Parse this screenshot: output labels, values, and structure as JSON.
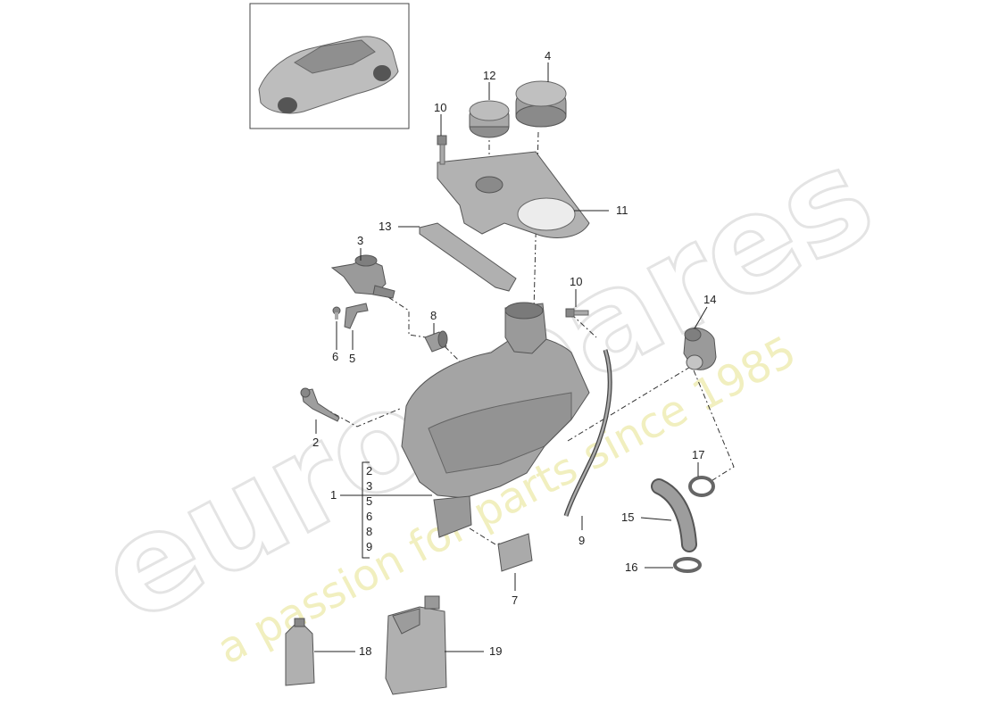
{
  "watermark": {
    "brand": "eurospares",
    "tagline": "a passion for parts since 1985"
  },
  "callouts": {
    "c1": "1",
    "c2": "2",
    "c3": "3",
    "c4": "4",
    "c5": "5",
    "c6": "6",
    "c7": "7",
    "c8": "8",
    "c9": "9",
    "c10a": "10",
    "c10b": "10",
    "c11": "11",
    "c12": "12",
    "c13": "13",
    "c14": "14",
    "c15": "15",
    "c16": "16",
    "c17": "17",
    "c18": "18",
    "c19": "19"
  },
  "kit_list": [
    "2",
    "3",
    "5",
    "6",
    "8",
    "9"
  ],
  "colors": {
    "part_fill": "#a9a9a9",
    "part_dark": "#7e7e7e",
    "line": "#222222",
    "watermark_text": "#e4e4e4",
    "watermark_tagline": "#f1efbf"
  }
}
